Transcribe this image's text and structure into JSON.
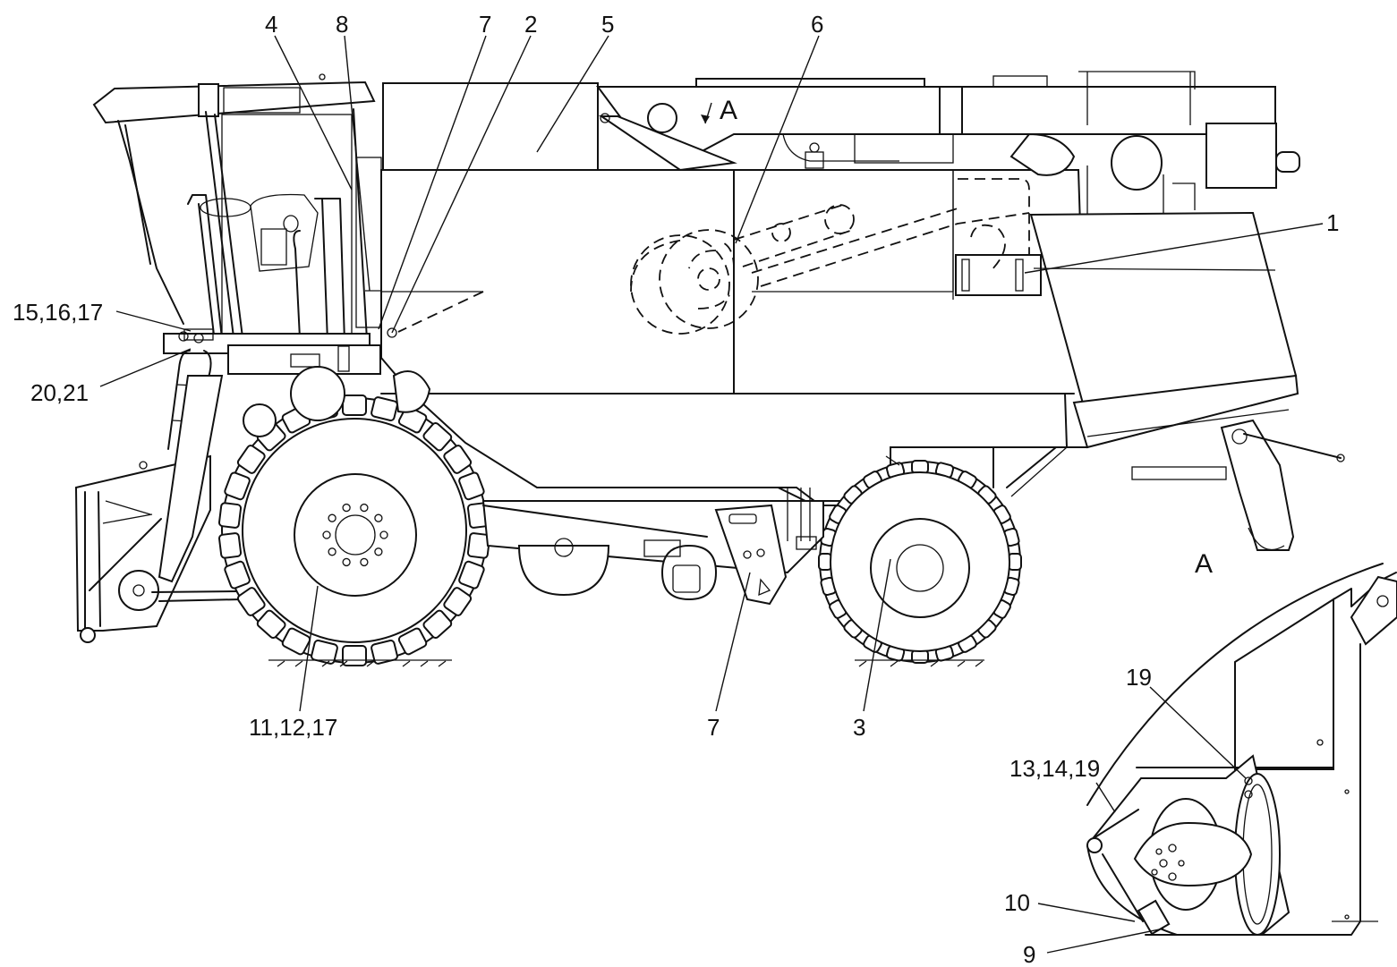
{
  "labels": {
    "l1": "1",
    "l2": "2",
    "l3": "3",
    "l4": "4",
    "l5": "5",
    "l6": "6",
    "l7_top": "7",
    "l7_bottom": "7",
    "l8": "8",
    "l9": "9",
    "l10": "10",
    "l19": "19",
    "l11_12_17": "11,12,17",
    "l13_14_19": "13,14,19",
    "l15_16_17": "15,16,17",
    "l20_21": "20,21",
    "view_a_arrow": "A",
    "view_a_title": "A"
  }
}
